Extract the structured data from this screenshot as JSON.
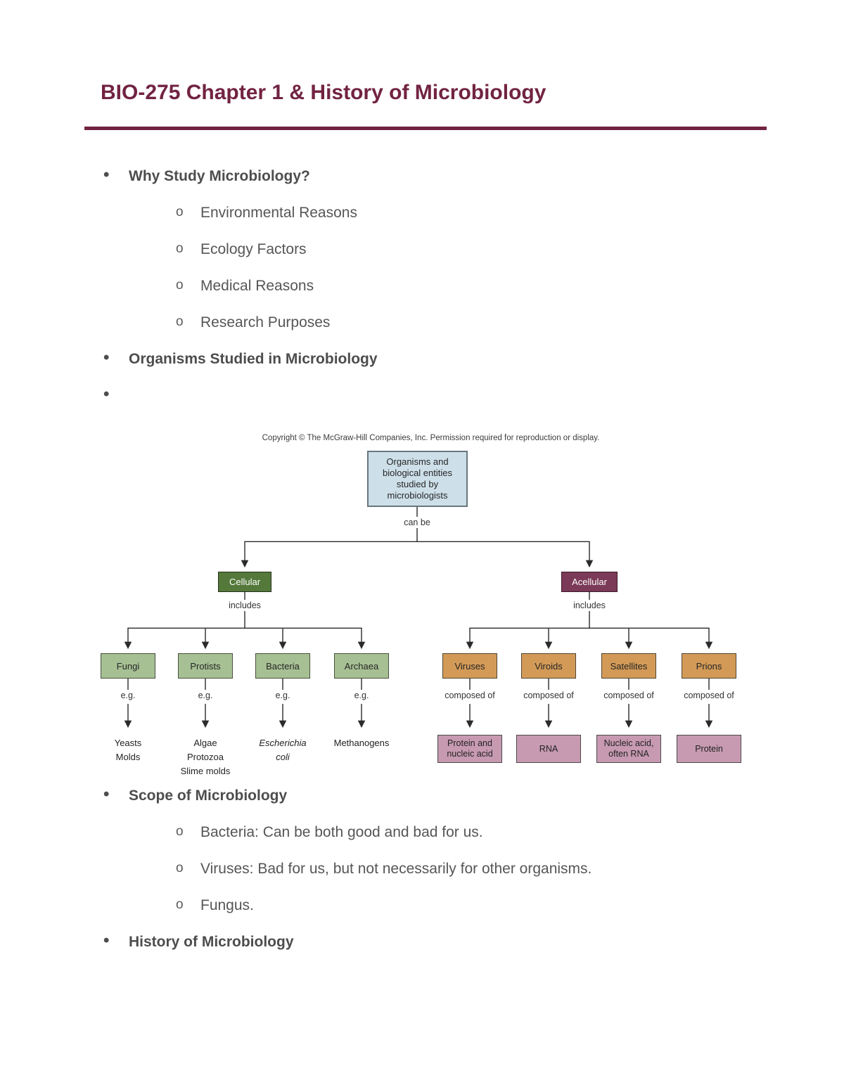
{
  "title": "BIO-275 Chapter 1 & History of Microbiology",
  "accent_color": "#722342",
  "sections": [
    {
      "label": "Why Study Microbiology?",
      "items": [
        "Environmental Reasons",
        "Ecology Factors",
        "Medical Reasons",
        "Research Purposes"
      ]
    },
    {
      "label": "Organisms Studied in Microbiology",
      "items": []
    },
    {
      "label": "",
      "items": []
    },
    {
      "label": "Scope of Microbiology",
      "items": [
        "Bacteria: Can be both good and bad for us.",
        "Viruses: Bad for us, but not necessarily for other organisms.",
        "Fungus."
      ]
    },
    {
      "label": "History of Microbiology",
      "items": []
    }
  ],
  "diagram": {
    "copyright": "Copyright © The McGraw-Hill Companies, Inc. Permission required for reproduction or display.",
    "root": "Organisms and biological entities studied by microbiologists",
    "can_be": "can be",
    "cellular": {
      "label": "Cellular",
      "connector": "includes",
      "color": "#54793b"
    },
    "acellular": {
      "label": "Acellular",
      "connector": "includes",
      "color": "#7b3a57"
    },
    "cellular_children": [
      {
        "label": "Fungi",
        "rel": "e.g.",
        "examples": [
          "Yeasts",
          "Molds"
        ]
      },
      {
        "label": "Protists",
        "rel": "e.g.",
        "examples": [
          "Algae",
          "Protozoa",
          "Slime molds"
        ]
      },
      {
        "label": "Bacteria",
        "rel": "e.g.",
        "examples": [
          "Escherichia",
          "coli"
        ],
        "italic": true
      },
      {
        "label": "Archaea",
        "rel": "e.g.",
        "examples": [
          "Methanogens"
        ]
      }
    ],
    "acellular_children": [
      {
        "label": "Viruses",
        "rel": "composed of",
        "composition": "Protein and nucleic acid"
      },
      {
        "label": "Viroids",
        "rel": "composed of",
        "composition": "RNA"
      },
      {
        "label": "Satellites",
        "rel": "composed of",
        "composition": "Nucleic acid, often RNA"
      },
      {
        "label": "Prions",
        "rel": "composed of",
        "composition": "Protein"
      }
    ],
    "colors": {
      "root_box": "#cddfe9",
      "cellular_child_box": "#a6c093",
      "acellular_child_box": "#d39a57",
      "composition_box": "#c79ab1"
    }
  }
}
